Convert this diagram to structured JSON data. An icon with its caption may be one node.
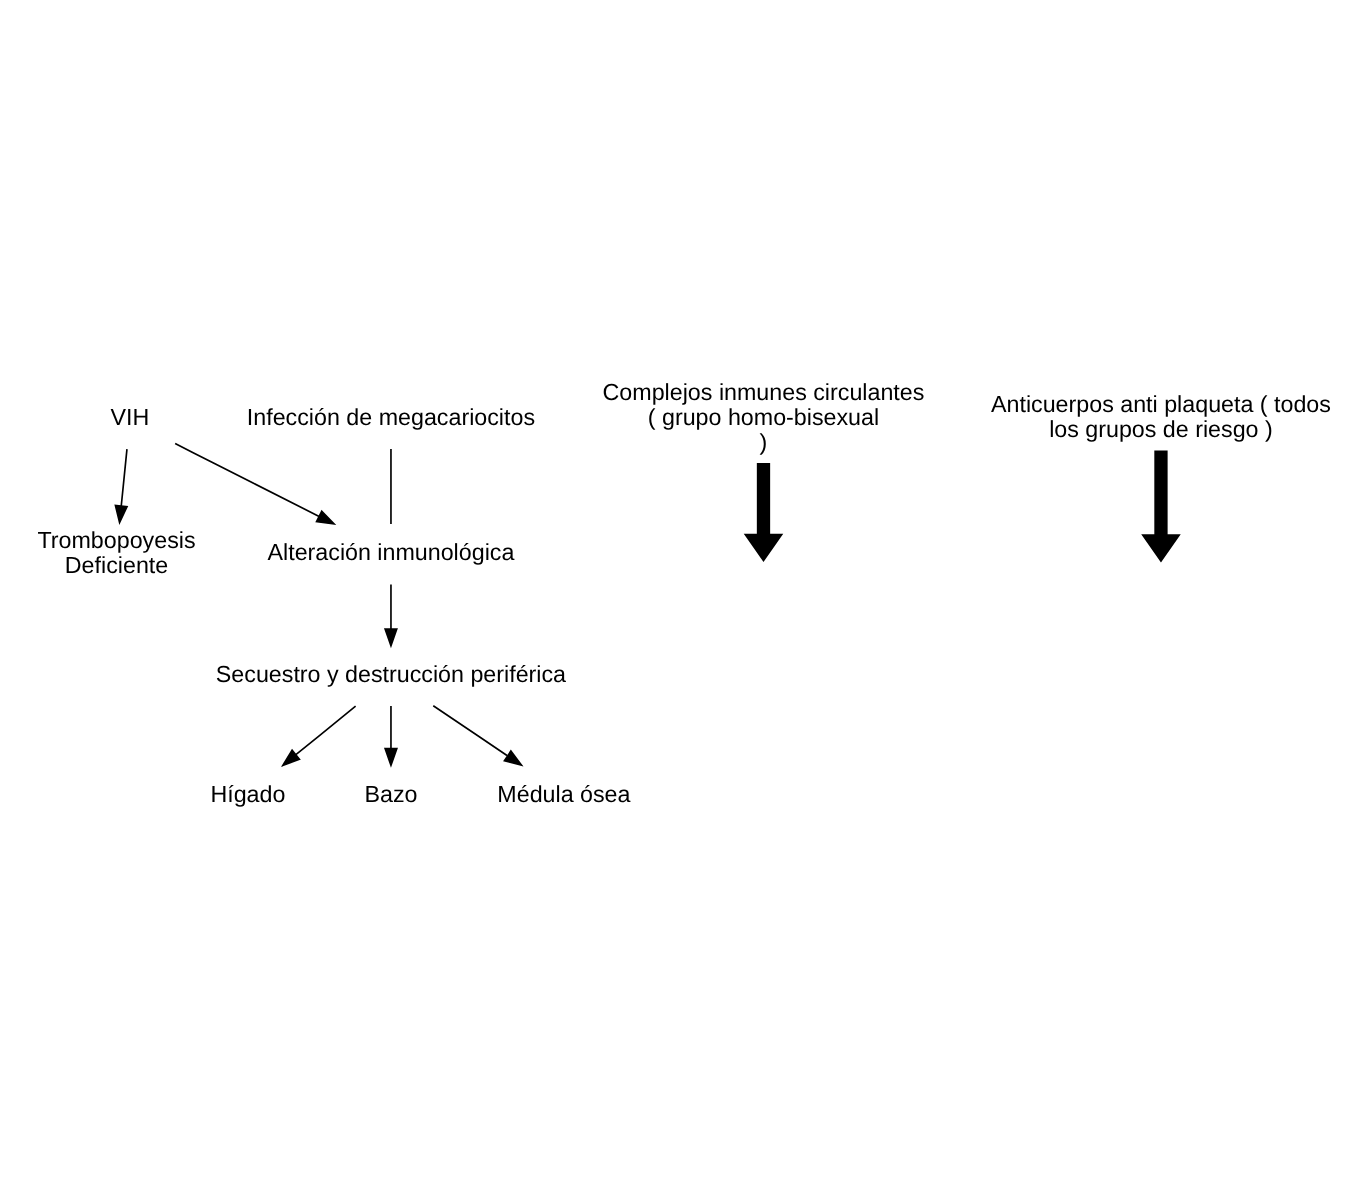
{
  "diagram": {
    "nodes": [
      {
        "text": [
          "VIH"
        ]
      },
      {
        "text": [
          "Infección de megacariocitos"
        ]
      },
      {
        "text": [
          "Trombopoyesis Deficiente"
        ]
      },
      {
        "text": [
          "Alteración inmunológica"
        ]
      },
      {
        "text": [
          "Complejos inmunes circulantes ( grupo homo-bisexual )"
        ]
      },
      {
        "text": [
          "Anticuerpos anti plaqueta ( todos los grupos de riesgo )"
        ]
      },
      {
        "text": [
          "Secuestro y destrucción periférica"
        ]
      },
      {
        "text": [
          "Hígado"
        ]
      },
      {
        "text": [
          "Bazo"
        ]
      },
      {
        "text": [
          "Médula ósea"
        ]
      }
    ],
    "edges": [
      {
        "from": 0,
        "to": 3,
        "arrow": "to"
      },
      {
        "from": 0,
        "to": 2,
        "arrow": "to"
      },
      {
        "from": 1,
        "to": 3,
        "arrow": "none"
      },
      {
        "from": 3,
        "to": 6,
        "arrow": "to"
      },
      {
        "from": 4,
        "to": null,
        "arrow": "to",
        "style": "thick"
      },
      {
        "from": 5,
        "to": null,
        "arrow": "to",
        "style": "thick"
      },
      {
        "from": 6,
        "to": 7,
        "arrow": "to"
      },
      {
        "from": 6,
        "to": 8,
        "arrow": "to"
      },
      {
        "from": 6,
        "to": 9,
        "arrow": "to"
      }
    ]
  }
}
